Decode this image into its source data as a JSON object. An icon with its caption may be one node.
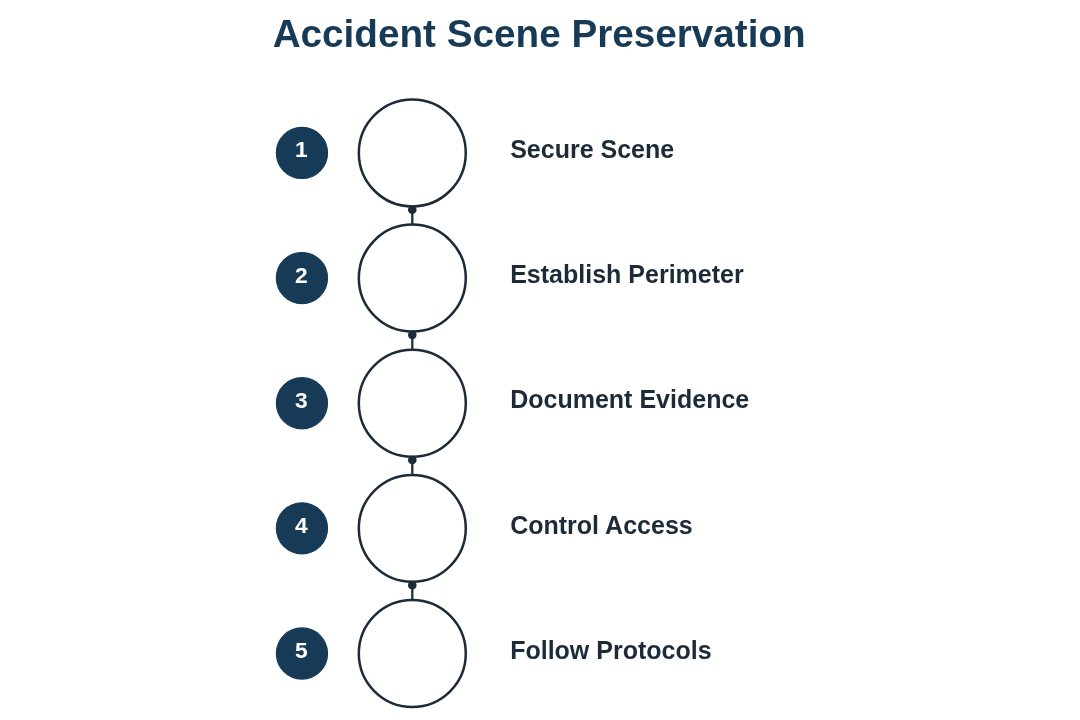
{
  "diagram": {
    "title": "Accident Scene Preservation",
    "nodes": [
      {
        "text": [
          "1"
        ]
      },
      {
        "text": [],
        "shape": "circle",
        "beside": [
          "Secure Scene"
        ]
      },
      {
        "text": [
          "2"
        ]
      },
      {
        "text": [],
        "shape": "circle",
        "beside": [
          "Establish Perimeter"
        ]
      },
      {
        "text": [
          "3"
        ]
      },
      {
        "text": [],
        "shape": "circle",
        "beside": [
          "Document Evidence"
        ]
      },
      {
        "text": [
          "4"
        ]
      },
      {
        "text": [],
        "shape": "circle",
        "beside": [
          "Control Access"
        ]
      },
      {
        "text": [
          "5"
        ]
      },
      {
        "text": [],
        "shape": "circle",
        "beside": [
          "Follow Protocols"
        ]
      }
    ],
    "edges": [
      {
        "from": 1,
        "to": 3,
        "arrow": "other"
      },
      {
        "from": 3,
        "to": 5,
        "arrow": "other"
      },
      {
        "from": 5,
        "to": 7,
        "arrow": "other"
      },
      {
        "from": 7,
        "to": 9,
        "arrow": "other"
      }
    ]
  }
}
